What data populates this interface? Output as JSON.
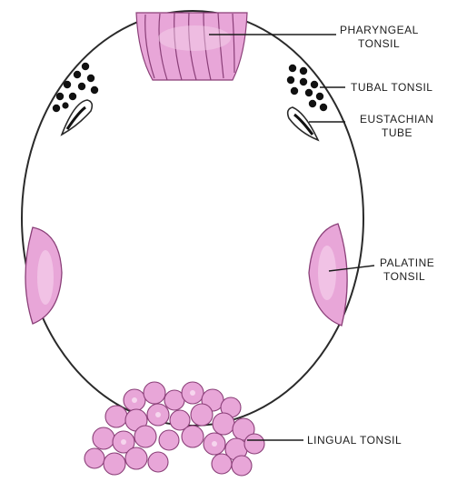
{
  "labels": {
    "pharyngeal": [
      "PHARYNGEAL",
      "TONSIL"
    ],
    "tubal": [
      "TUBAL TONSIL"
    ],
    "eustachian": [
      "EUSTACHIAN",
      "TUBE"
    ],
    "palatine": [
      "PALATINE",
      "TONSIL"
    ],
    "lingual": [
      "LINGUAL TONSIL"
    ]
  },
  "colors": {
    "outline": "#2a2a2a",
    "tonsil_fill": "#e8a6d8",
    "tonsil_light": "#f6d6ee",
    "tonsil_stroke": "#8a3f78",
    "lymph_dots": "#111111"
  }
}
